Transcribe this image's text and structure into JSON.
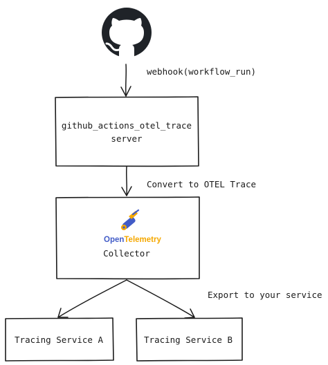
{
  "nodes": {
    "server": {
      "line1": "github_actions_otel_trace",
      "line2": "server"
    },
    "collector": {
      "logo_text_open": "Open",
      "logo_text_telemetry": "Telemetry",
      "label": "Collector"
    },
    "service_a": {
      "label": "Tracing Service A"
    },
    "service_b": {
      "label": "Tracing Service B"
    }
  },
  "edges": {
    "webhook": "webhook(workflow_run)",
    "convert": "Convert to OTEL Trace",
    "export": "Export to your service"
  },
  "icons": {
    "github": "github-octocat-icon",
    "otel": "opentelemetry-telescope-icon"
  },
  "colors": {
    "github": "#1f2328",
    "otel_blue": "#425cc7",
    "otel_orange": "#f5a800"
  }
}
